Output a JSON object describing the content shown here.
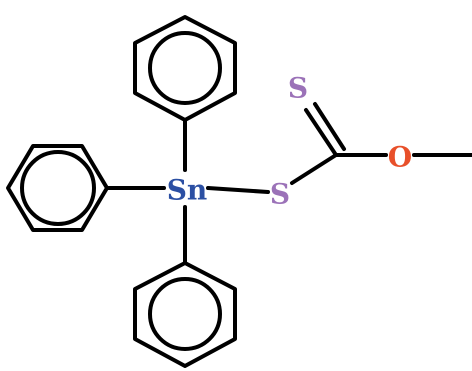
{
  "molecule": {
    "atoms": {
      "tin": {
        "symbol": "Sn",
        "color": "#2b4fa3"
      },
      "thiolate_sulfur": {
        "symbol": "S",
        "color": "#9b72b8"
      },
      "thione_sulfur": {
        "symbol": "S",
        "color": "#9b72b8"
      },
      "ester_oxygen": {
        "symbol": "O",
        "color": "#e8502a"
      }
    },
    "substituents": [
      {
        "name": "phenyl",
        "count": 3
      }
    ],
    "bond_color": "#000000"
  }
}
